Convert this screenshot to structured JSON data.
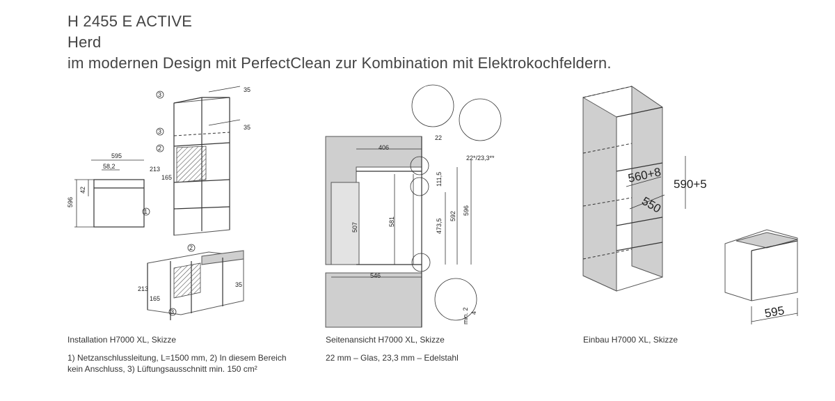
{
  "header": {
    "model": "H 2455 E ACTIVE",
    "type": "Herd",
    "description": "im modernen Design mit PerfectClean zur Kombination mit Elektrokochfeldern."
  },
  "sections": [
    {
      "caption": "Installation H7000 XL, Skizze",
      "note": "1) Netzanschlussleitung, L=1500 mm, 2) In diesem Bereich kein Anschluss, 3) Lüftungsausschnitt min. 150 cm²"
    },
    {
      "caption": "Seitenansicht H7000 XL, Skizze",
      "note": "22 mm – Glas, 23,3 mm – Edelstahl"
    },
    {
      "caption": "Einbau H7000 XL, Skizze",
      "note": ""
    }
  ],
  "drawing1": {
    "dims": [
      "595",
      "58,2",
      "596",
      "42",
      "213",
      "165",
      "35",
      "35",
      "213",
      "165",
      "35"
    ],
    "callouts": [
      "1",
      "2",
      "3",
      "3",
      "2",
      "3"
    ]
  },
  "drawing2": {
    "dims": [
      "406",
      "22",
      "22*/23,3**",
      "111,5",
      "507",
      "581",
      "473,5",
      "592",
      "596",
      "546",
      "min. 2",
      "4"
    ]
  },
  "drawing3": {
    "dims": [
      "560+8",
      "550",
      "590+5",
      "595"
    ]
  }
}
